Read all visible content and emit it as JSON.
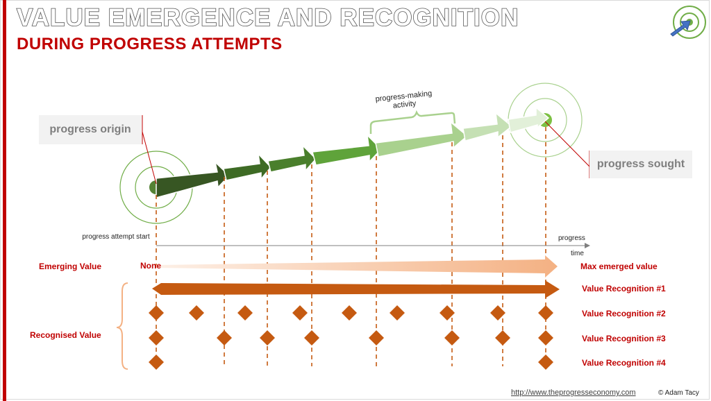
{
  "header": {
    "title": "VALUE EMERGENCE AND RECOGNITION",
    "subtitle": "DURING PROGRESS ATTEMPTS"
  },
  "callouts": {
    "origin": "progress origin",
    "sought": "progress sought",
    "activity": "progress-making activity"
  },
  "axis": {
    "start_label": "progress attempt start",
    "progress_label": "progress",
    "time_label": "time"
  },
  "rows": {
    "emerging_label": "Emerging Value",
    "none_label": "None",
    "max_label": "Max emerged value",
    "recognised_label": "Recognised Value",
    "recognition": [
      "Value Recognition #1",
      "Value Recognition #2",
      "Value Recognition #3",
      "Value Recognition #4"
    ]
  },
  "footer": {
    "url": "http://www.theprogresseconomy.com",
    "copyright": "© Adam Tacy"
  },
  "icons": {
    "logo": "target-with-arrow-icon"
  },
  "colors": {
    "title_red": "#c00000",
    "arrow_orange": "#c55a11",
    "emerging_start": "#fbe5d6",
    "emerging_end": "#f4b183",
    "step_greens": [
      "#375623",
      "#3e6b25",
      "#4a7f2c",
      "#5fa33a",
      "#a9d18e",
      "#c5e0b4",
      "#e2f0d9"
    ]
  }
}
